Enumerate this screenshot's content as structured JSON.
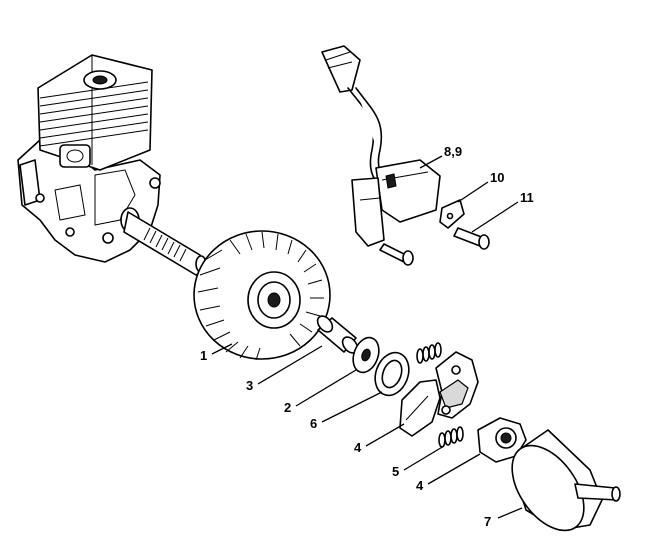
{
  "diagram": {
    "labels": {
      "p1": "1",
      "p2": "2",
      "p3": "3",
      "p4a": "4",
      "p4b": "4",
      "p5": "5",
      "p6": "6",
      "p7": "7",
      "p89": "8,9",
      "p10": "10",
      "p11": "11"
    }
  }
}
